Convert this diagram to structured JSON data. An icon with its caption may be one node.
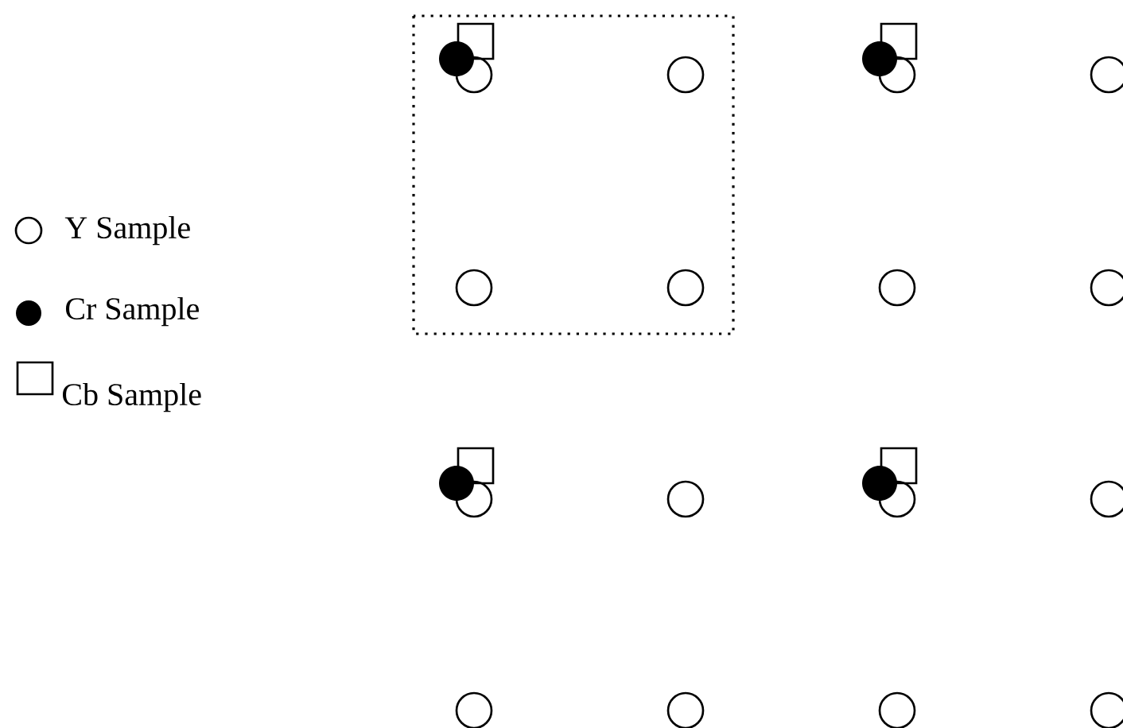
{
  "diagram": {
    "legend": [
      {
        "text": "Y Sample"
      },
      {
        "text": "Cr Sample"
      },
      {
        "text": "Cb Sample"
      }
    ]
  }
}
